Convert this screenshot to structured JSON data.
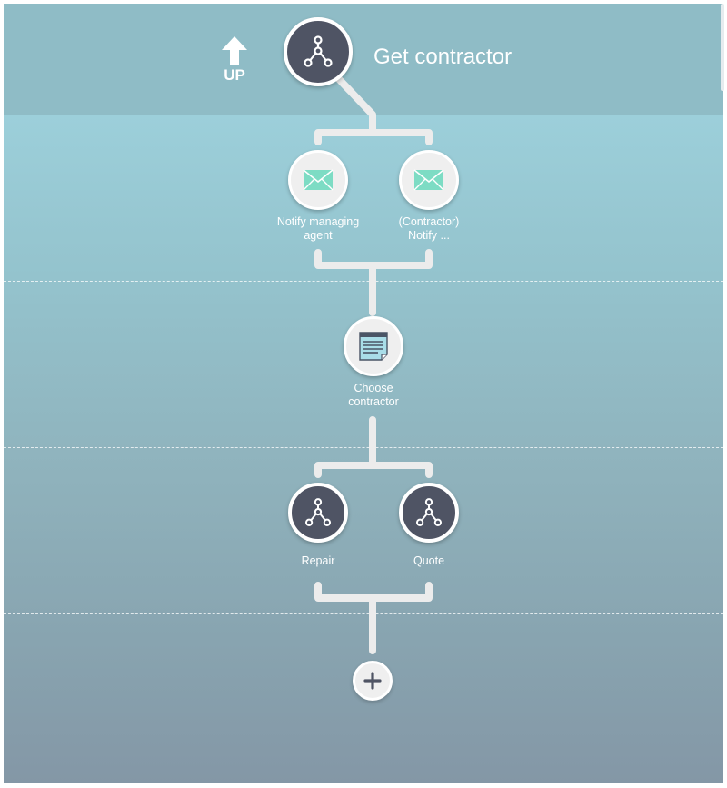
{
  "header": {
    "title": "Get contractor",
    "up_label": "UP"
  },
  "nodes": {
    "root": {
      "icon": "process-icon"
    },
    "notify_managing_agent": {
      "label": "Notify managing\nagent",
      "icon": "envelope-icon"
    },
    "contractor_notify": {
      "label": "(Contractor)\nNotify ...",
      "icon": "envelope-icon"
    },
    "choose_contractor": {
      "label": "Choose\ncontractor",
      "icon": "form-icon"
    },
    "repair": {
      "label": "Repair",
      "icon": "process-icon"
    },
    "quote": {
      "label": "Quote",
      "icon": "process-icon"
    }
  },
  "add_step": {
    "icon": "plus-icon"
  },
  "colors": {
    "dark_node": "#4f5464",
    "light_node": "#efefef",
    "envelope": "#7ddcc4",
    "connector": "#ececec",
    "text": "#ffffff"
  }
}
